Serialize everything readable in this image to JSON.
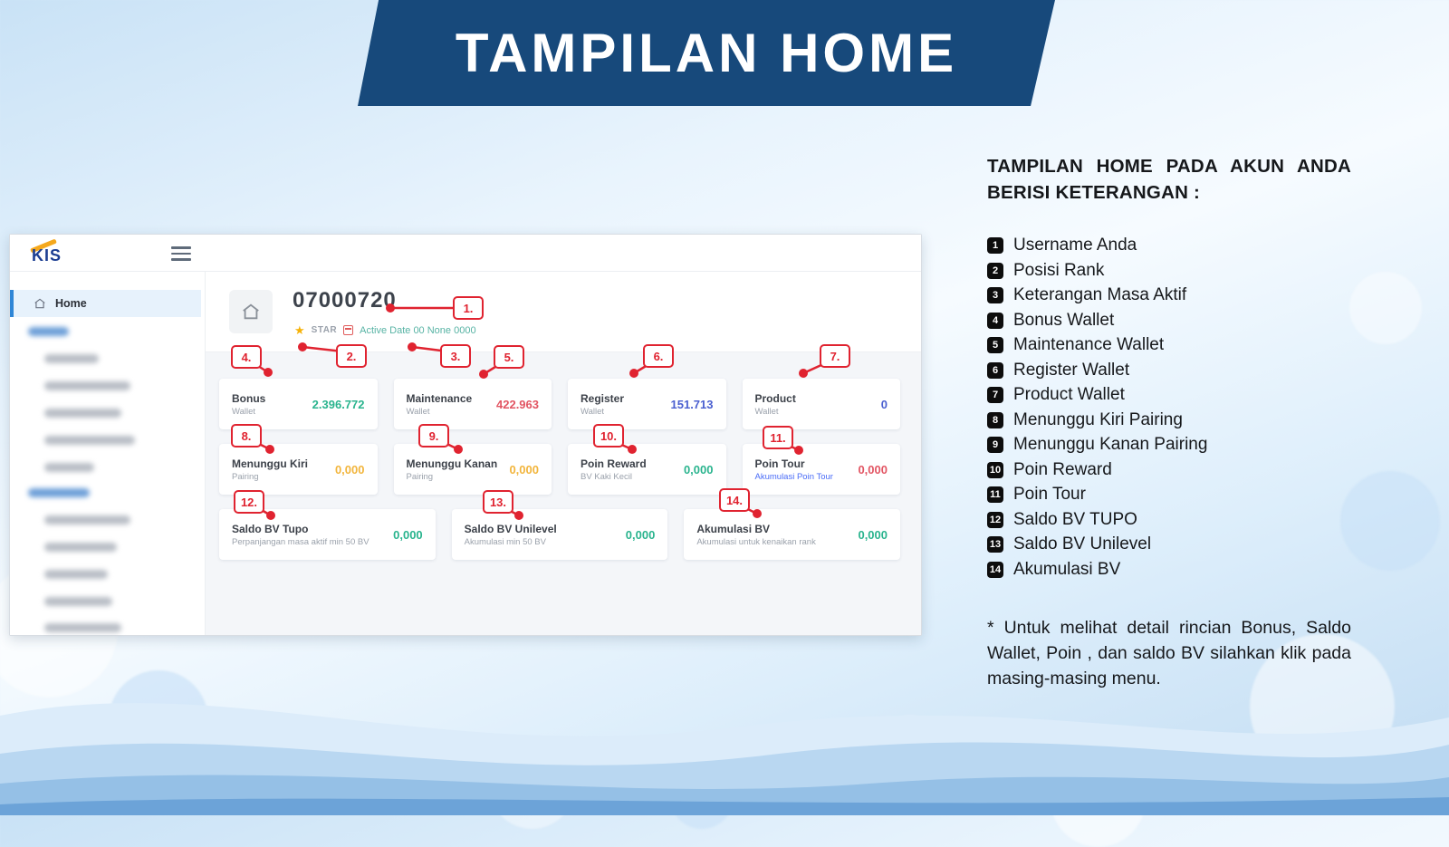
{
  "banner": {
    "title": "TAMPILAN HOME"
  },
  "dashboard": {
    "logo_text": "KIS",
    "sidebar": {
      "home_label": "Home"
    },
    "header": {
      "username": "07000720",
      "rank": "STAR",
      "active_date": "Active Date 00 None 0000"
    },
    "wallet_cards": [
      {
        "title": "Bonus",
        "subtitle": "Wallet",
        "value": "2.396.772",
        "color": "#2ab48e"
      },
      {
        "title": "Maintenance",
        "subtitle": "Wallet",
        "value": "422.963",
        "color": "#e25563"
      },
      {
        "title": "Register",
        "subtitle": "Wallet",
        "value": "151.713",
        "color": "#4a5fd0"
      },
      {
        "title": "Product",
        "subtitle": "Wallet",
        "value": "0",
        "color": "#4a5fd0"
      }
    ],
    "point_cards": [
      {
        "title": "Menunggu Kiri",
        "subtitle": "Pairing",
        "value": "0,000",
        "color": "#f2b53c",
        "subtitle_color": "#9aa1ab"
      },
      {
        "title": "Menunggu Kanan",
        "subtitle": "Pairing",
        "value": "0,000",
        "color": "#f2b53c",
        "subtitle_color": "#9aa1ab"
      },
      {
        "title": "Poin Reward",
        "subtitle": "BV Kaki Kecil",
        "value": "0,000",
        "color": "#2ab48e",
        "subtitle_color": "#9aa1ab"
      },
      {
        "title": "Poin Tour",
        "subtitle": "Akumulasi Poin Tour",
        "value": "0,000",
        "color": "#e25563",
        "subtitle_color": "#4a6cf7"
      }
    ],
    "bv_cards": [
      {
        "title": "Saldo BV Tupo",
        "subtitle": "Perpanjangan masa aktif min 50 BV",
        "value": "0,000",
        "color": "#2ab48e"
      },
      {
        "title": "Saldo BV Unilevel",
        "subtitle": "Akumulasi min 50 BV",
        "value": "0,000",
        "color": "#2ab48e"
      },
      {
        "title": "Akumulasi BV",
        "subtitle": "Akumulasi untuk kenaikan rank",
        "value": "0,000",
        "color": "#2ab48e"
      }
    ]
  },
  "callouts": [
    {
      "label": "1."
    },
    {
      "label": "2."
    },
    {
      "label": "3."
    },
    {
      "label": "4."
    },
    {
      "label": "5."
    },
    {
      "label": "6."
    },
    {
      "label": "7."
    },
    {
      "label": "8."
    },
    {
      "label": "9."
    },
    {
      "label": "10."
    },
    {
      "label": "11."
    },
    {
      "label": "12."
    },
    {
      "label": "13."
    },
    {
      "label": "14."
    }
  ],
  "panel": {
    "heading": "TAMPILAN HOME PADA AKUN ANDA BERISI KETERANGAN :",
    "items": [
      {
        "num": "1",
        "label": "Username Anda"
      },
      {
        "num": "2",
        "label": "Posisi Rank"
      },
      {
        "num": "3",
        "label": "Keterangan Masa Aktif"
      },
      {
        "num": "4",
        "label": "Bonus Wallet"
      },
      {
        "num": "5",
        "label": "Maintenance Wallet"
      },
      {
        "num": "6",
        "label": "Register Wallet"
      },
      {
        "num": "7",
        "label": "Product Wallet"
      },
      {
        "num": "8",
        "label": "Menunggu Kiri Pairing"
      },
      {
        "num": "9",
        "label": "Menunggu Kanan Pairing"
      },
      {
        "num": "10",
        "label": "Poin Reward"
      },
      {
        "num": "11",
        "label": "Poin Tour"
      },
      {
        "num": "12",
        "label": "Saldo BV TUPO"
      },
      {
        "num": "13",
        "label": "Saldo BV Unilevel"
      },
      {
        "num": "14",
        "label": "Akumulasi BV"
      }
    ],
    "note": "* Untuk melihat detail rincian Bonus, Saldo Wallet, Poin , dan saldo BV silahkan klik pada masing-masing menu."
  },
  "colors": {
    "banner_navy": "#17497b",
    "callout_red": "#e02330",
    "positive_green": "#2ab48e",
    "negative_red": "#e25563",
    "info_blue": "#4a5fd0",
    "pending_yellow": "#f2b53c"
  }
}
